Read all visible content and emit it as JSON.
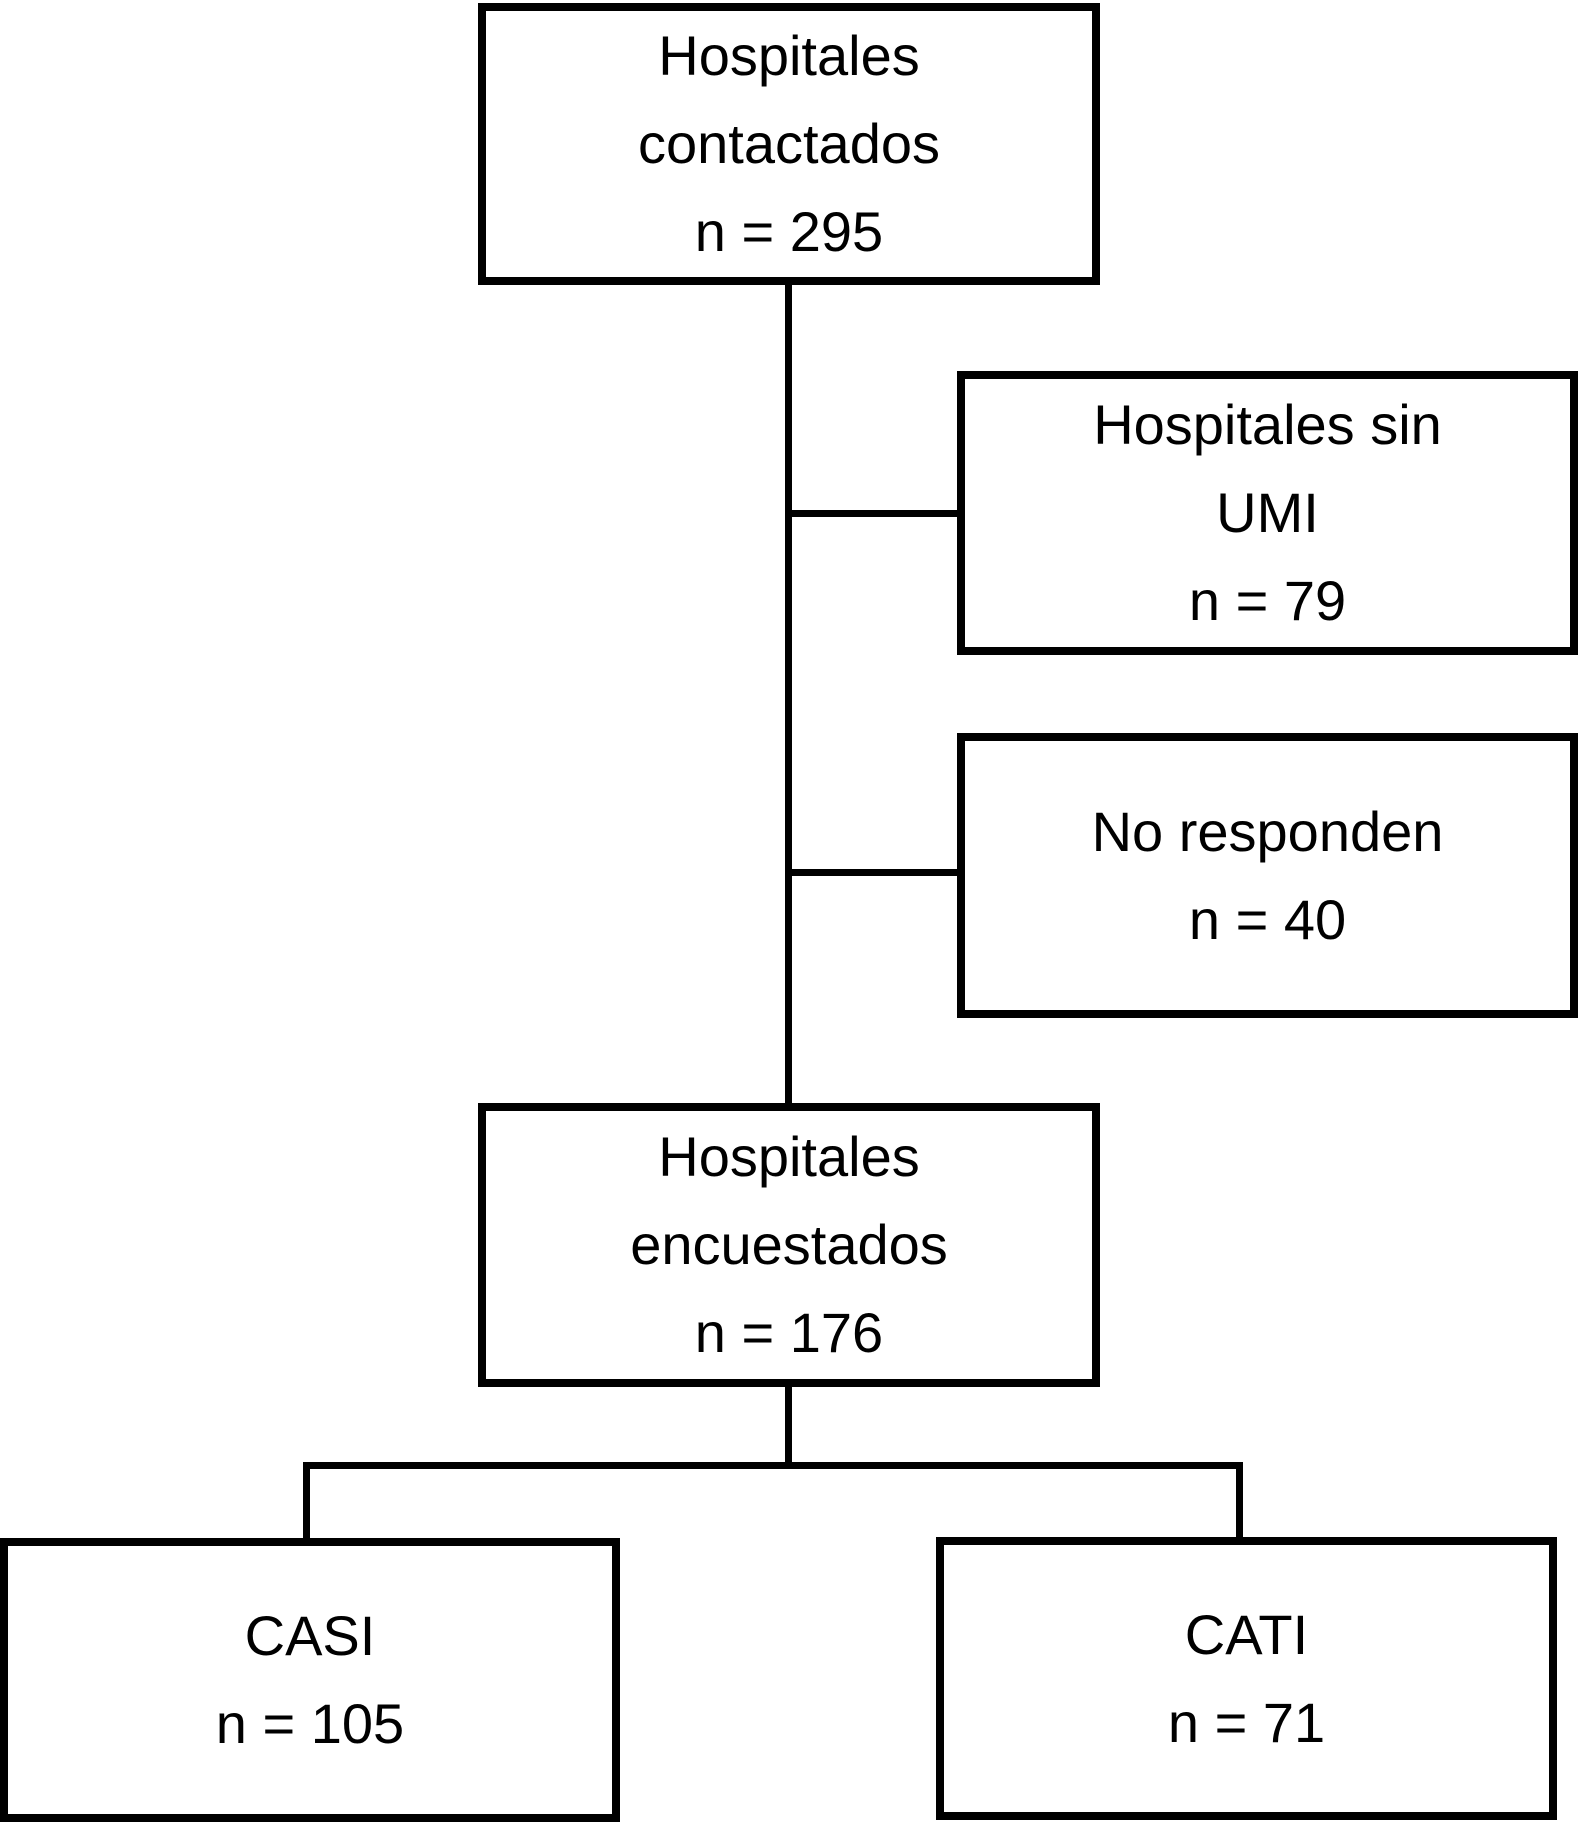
{
  "figure": {
    "type": "flowchart",
    "nodes": [
      {
        "id": "hospitales-contactados",
        "label": "Hospitales\ncontactados",
        "n_text": "n = 295"
      },
      {
        "id": "hospitales-sin-umi",
        "label": "Hospitales sin\nUMI",
        "n_text": "n = 79"
      },
      {
        "id": "no-responden",
        "label": "No responden",
        "n_text": "n = 40"
      },
      {
        "id": "hospitales-encuestados",
        "label": "Hospitales\nencuestados",
        "n_text": "n = 176"
      },
      {
        "id": "casi",
        "label": "CASI",
        "n_text": "n = 105"
      },
      {
        "id": "cati",
        "label": "CATI",
        "n_text": "n = 71"
      }
    ],
    "colors": {
      "line": "#000000",
      "box_fill": "#ffffff",
      "text": "#000000",
      "background": "#ffffff"
    }
  }
}
